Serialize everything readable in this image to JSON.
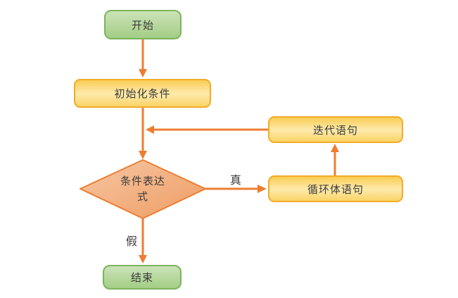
{
  "diagram": {
    "type": "flowchart",
    "description": "loop control flow",
    "background": "#ffffff"
  },
  "nodes": {
    "start": {
      "label": "开始",
      "shape": "rounded-rect",
      "color_theme": "green"
    },
    "init": {
      "label": "初始化条件",
      "shape": "rounded-rect",
      "color_theme": "yellow"
    },
    "iterate": {
      "label": "迭代语句",
      "shape": "rounded-rect",
      "color_theme": "yellow"
    },
    "loop_body": {
      "label": "循环体语句",
      "shape": "rounded-rect",
      "color_theme": "yellow"
    },
    "condition": {
      "label": "条件表达式",
      "shape": "diamond",
      "color_theme": "orange"
    },
    "end": {
      "label": "结束",
      "shape": "rounded-rect",
      "color_theme": "green"
    }
  },
  "edge_labels": {
    "true_label": "真",
    "false_label": "假"
  },
  "edges": [
    {
      "from": "start",
      "to": "init",
      "label": ""
    },
    {
      "from": "init",
      "to": "condition",
      "label": ""
    },
    {
      "from": "condition",
      "to": "loop_body",
      "label": "真"
    },
    {
      "from": "loop_body",
      "to": "iterate",
      "label": ""
    },
    {
      "from": "iterate",
      "to": "init-condition-connector",
      "label": ""
    },
    {
      "from": "condition",
      "to": "end",
      "label": "假"
    }
  ],
  "colors": {
    "arrow": "#ED7D31",
    "green_fill_top": "#CBE3B8",
    "green_fill_bottom": "#A3CD85",
    "green_border": "#7CB45B",
    "yellow_fill_top": "#FACD55",
    "yellow_fill_mid": "#FDEAAC",
    "yellow_fill_bottom": "#FBD466",
    "yellow_border": "#F2AC28",
    "diamond_fill_light": "#F7C7A4",
    "diamond_fill_dark": "#EE9C63",
    "diamond_border": "#ED7D31",
    "text": "#3B3B3B"
  }
}
